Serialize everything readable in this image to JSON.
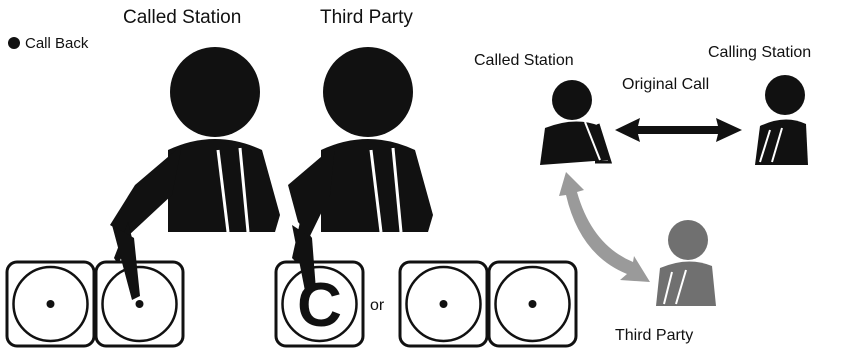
{
  "left_section": {
    "bullet_label": "Call Back",
    "called_station_label": "Called Station",
    "third_party_label": "Third Party",
    "or_label": "or",
    "flash_key_letter": "C"
  },
  "right_section": {
    "called_station_label": "Called Station",
    "calling_station_label": "Calling Station",
    "original_call_label": "Original Call",
    "third_party_label": "Third Party"
  },
  "colors": {
    "ink": "#111111",
    "third_party_figure": "#707070",
    "double_arrow_gray": "#9a9a9a"
  }
}
